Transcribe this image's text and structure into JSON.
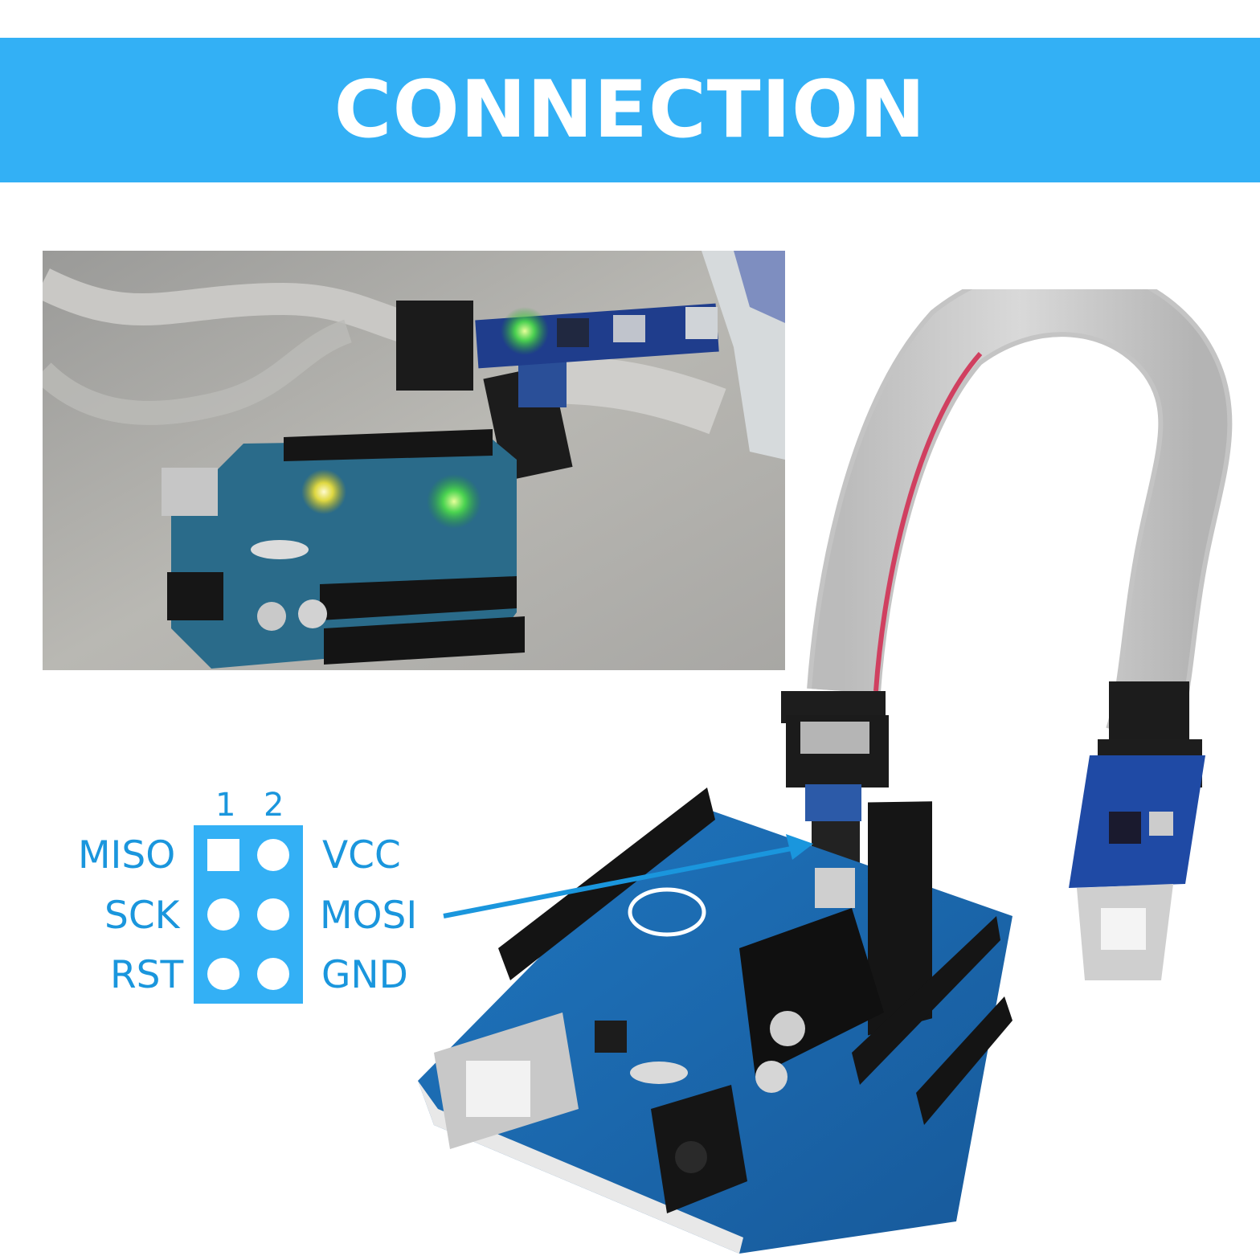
{
  "banner": {
    "title": "CONNECTION",
    "color": "#33b0f5"
  },
  "pinout": {
    "column_numbers": [
      "1",
      "2"
    ],
    "left_labels": [
      "MISO",
      "SCK",
      "RST"
    ],
    "right_labels": [
      "VCC",
      "MOSI",
      "GND"
    ],
    "label_color": "#1a96dd",
    "box_color": "#33b0f5"
  },
  "photo": {
    "subject": "usbasp-programmer-connected-to-arduino-uno-photo"
  },
  "product": {
    "subject": "arduino-uno-board-with-usbasp-programmer-and-ribbon-cable"
  }
}
